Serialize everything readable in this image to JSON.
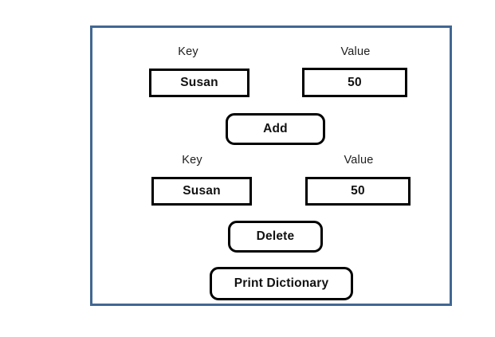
{
  "window": {
    "border_color": "#416792",
    "background_color": "#ffffff"
  },
  "form": {
    "add_section": {
      "key_label": "Key",
      "key_value": "Susan",
      "key_placeholder": "",
      "value_label": "Value",
      "value_value": "50",
      "value_placeholder": "",
      "submit_label": "Add"
    },
    "delete_section": {
      "key_label": "Key",
      "key_value": "Susan",
      "key_placeholder": "",
      "value_label": "Value",
      "value_value": "50",
      "value_placeholder": "",
      "submit_label": "Delete"
    },
    "print_label": "Print Dictionary"
  }
}
